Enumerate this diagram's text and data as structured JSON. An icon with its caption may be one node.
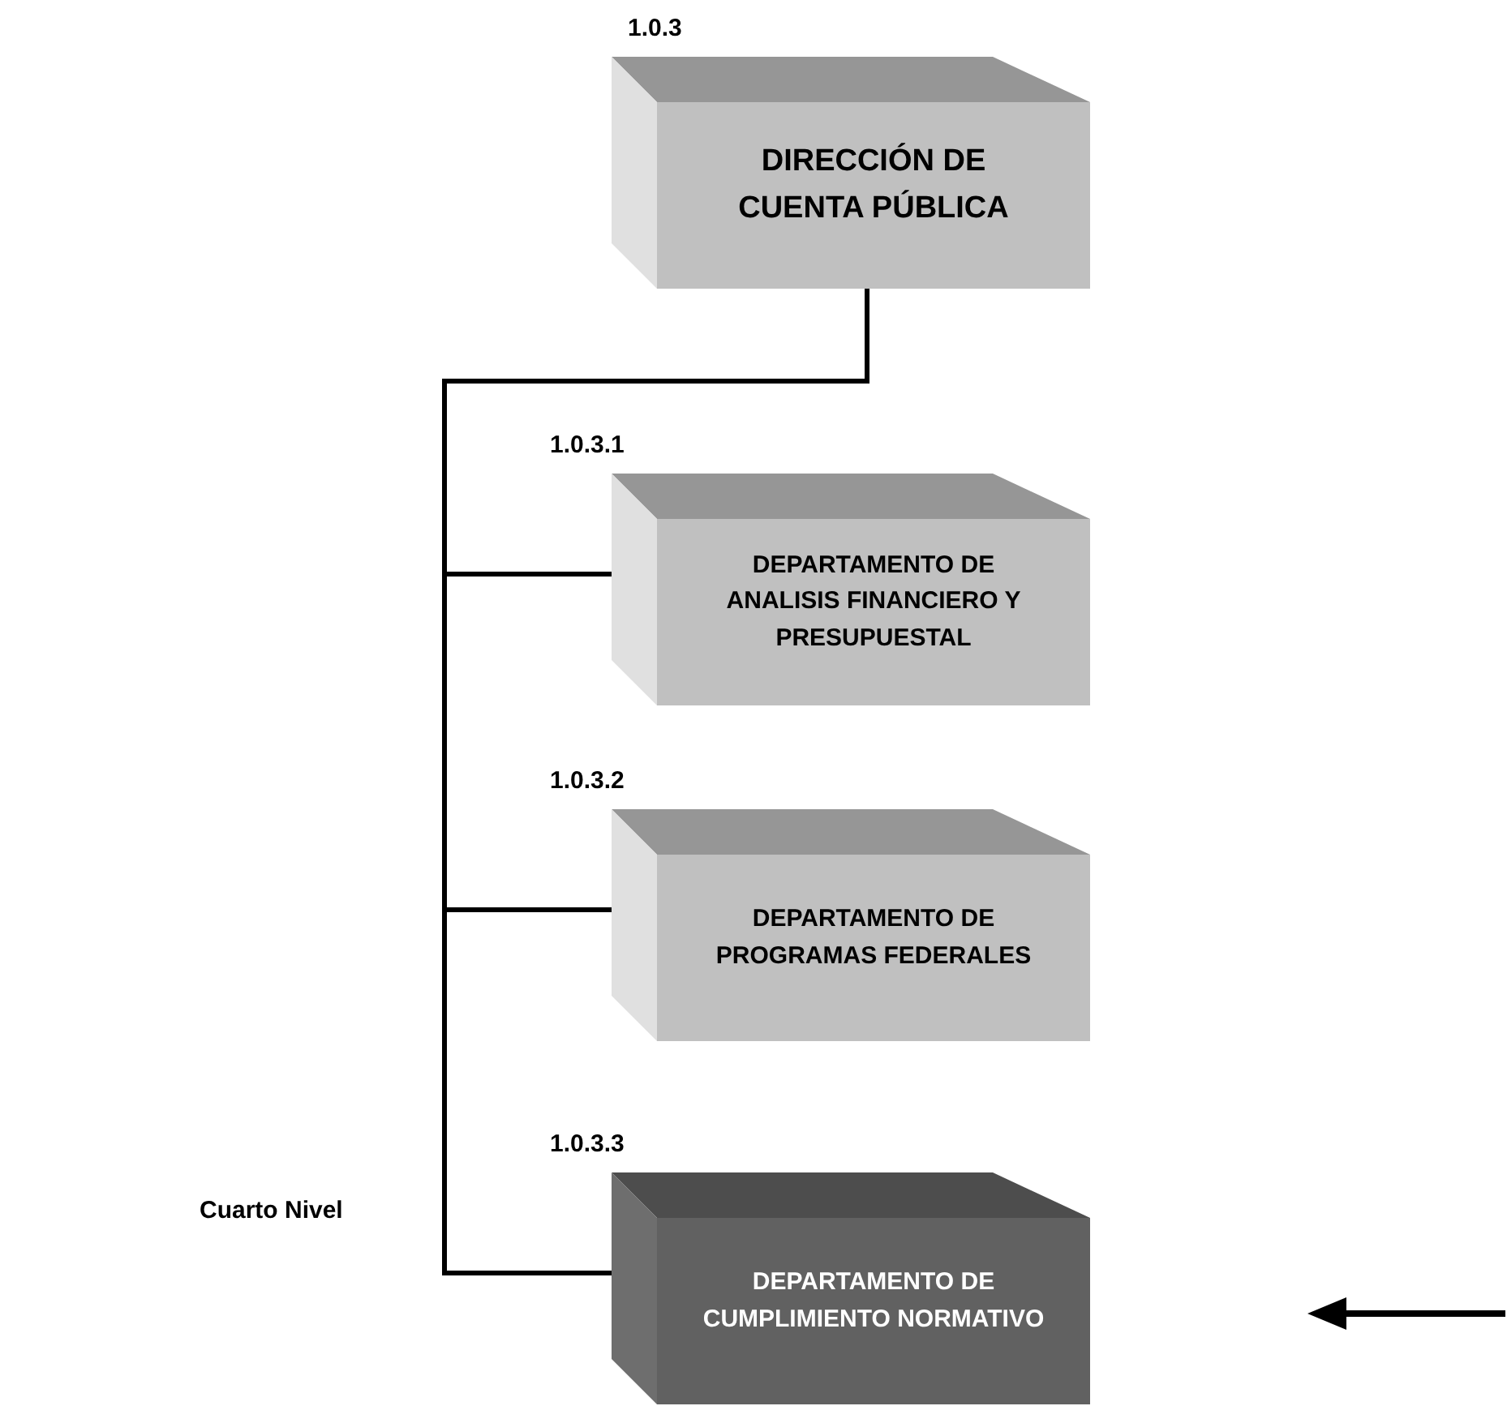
{
  "diagram": {
    "nodes": [
      {
        "text": [
          "DIRECCIÓN DE CUENTA PÚBLICA"
        ],
        "beside": [
          "1.0.3"
        ]
      },
      {
        "text": [
          "DEPARTAMENTO DE ANALISIS FINANCIERO Y PRESUPUESTAL"
        ],
        "beside": [
          "1.0.3.1"
        ]
      },
      {
        "text": [
          "DEPARTAMENTO DE PROGRAMAS FEDERALES"
        ],
        "beside": [
          "1.0.3.2"
        ]
      },
      {
        "text": [
          "DEPARTAMENTO DE CUMPLIMIENTO NORMATIVO"
        ],
        "beside": [
          "1.0.3.3"
        ]
      }
    ],
    "edges": [
      {
        "from": 0,
        "to": 1,
        "arrow": "none"
      },
      {
        "from": 0,
        "to": 2,
        "arrow": "none"
      },
      {
        "from": 0,
        "to": 3,
        "arrow": "none"
      }
    ],
    "labels": [
      "Cuarto Nivel"
    ]
  }
}
